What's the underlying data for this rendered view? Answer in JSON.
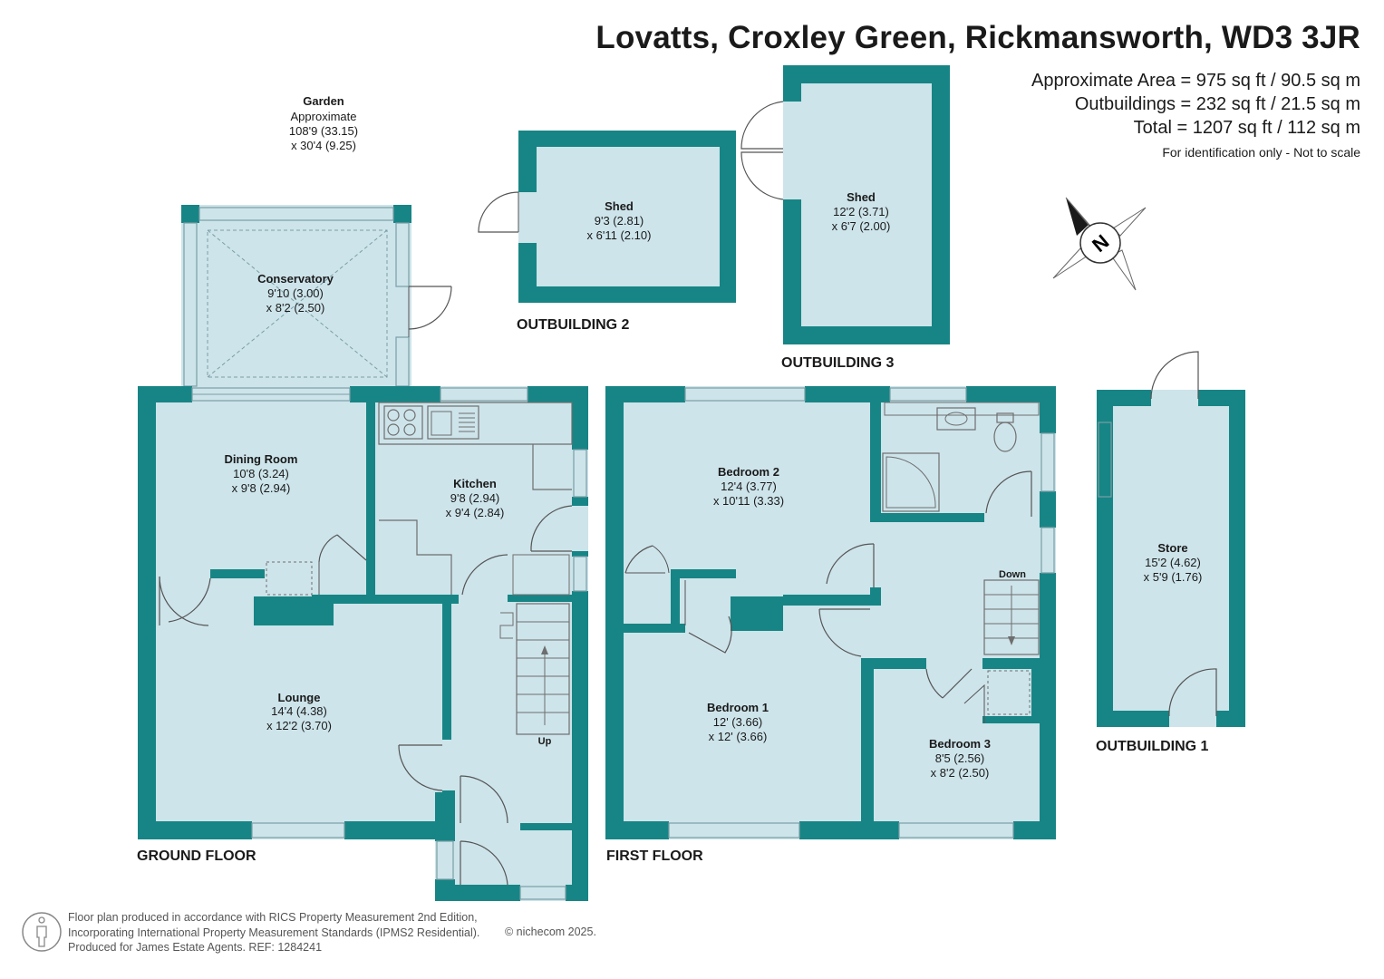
{
  "header": {
    "title": "Lovatts, Croxley Green, Rickmansworth, WD3 3JR",
    "approx_area": "Approximate Area = 975 sq ft / 90.5 sq m",
    "outbuildings_area": "Outbuildings = 232 sq ft / 21.5 sq m",
    "total_area": "Total = 1207 sq ft / 112 sq m",
    "note": "For identification only - Not to scale"
  },
  "compass": {
    "letter": "N"
  },
  "garden": {
    "name": "Garden",
    "line2": "Approximate",
    "line3": "108'9 (33.15)",
    "line4": "x 30'4 (9.25)"
  },
  "rooms": {
    "conservatory": {
      "name": "Conservatory",
      "dim1": "9'10 (3.00)",
      "dim2": "x 8'2 (2.50)"
    },
    "dining": {
      "name": "Dining Room",
      "dim1": "10'8 (3.24)",
      "dim2": "x 9'8 (2.94)"
    },
    "kitchen": {
      "name": "Kitchen",
      "dim1": "9'8 (2.94)",
      "dim2": "x 9'4 (2.84)"
    },
    "lounge": {
      "name": "Lounge",
      "dim1": "14'4 (4.38)",
      "dim2": "x 12'2 (3.70)"
    },
    "bedroom2": {
      "name": "Bedroom 2",
      "dim1": "12'4 (3.77)",
      "dim2": "x 10'11 (3.33)"
    },
    "bedroom1": {
      "name": "Bedroom 1",
      "dim1": "12' (3.66)",
      "dim2": "x 12' (3.66)"
    },
    "bedroom3": {
      "name": "Bedroom 3",
      "dim1": "8'5 (2.56)",
      "dim2": "x 8'2 (2.50)"
    },
    "shed2": {
      "name": "Shed",
      "dim1": "9'3 (2.81)",
      "dim2": "x 6'11 (2.10)"
    },
    "shed3": {
      "name": "Shed",
      "dim1": "12'2 (3.71)",
      "dim2": "x 6'7 (2.00)"
    },
    "store": {
      "name": "Store",
      "dim1": "15'2 (4.62)",
      "dim2": "x 5'9 (1.76)"
    }
  },
  "stairs": {
    "up": "Up",
    "down": "Down"
  },
  "labels": {
    "ground_floor": "GROUND FLOOR",
    "first_floor": "FIRST FLOOR",
    "outbuilding1": "OUTBUILDING 1",
    "outbuilding2": "OUTBUILDING 2",
    "outbuilding3": "OUTBUILDING 3"
  },
  "footer": {
    "line1": "Floor plan produced in accordance with RICS Property Measurement 2nd Edition,",
    "line2": "Incorporating International Property Measurement Standards (IPMS2 Residential).",
    "line3": "Produced for James Estate Agents.   REF: 1284241",
    "copyright": "© nichecom 2025."
  },
  "colors": {
    "wall": "#178585",
    "floor": "#cde4ea",
    "text": "#1a1a1a",
    "fixture": "#6e6e6e"
  }
}
